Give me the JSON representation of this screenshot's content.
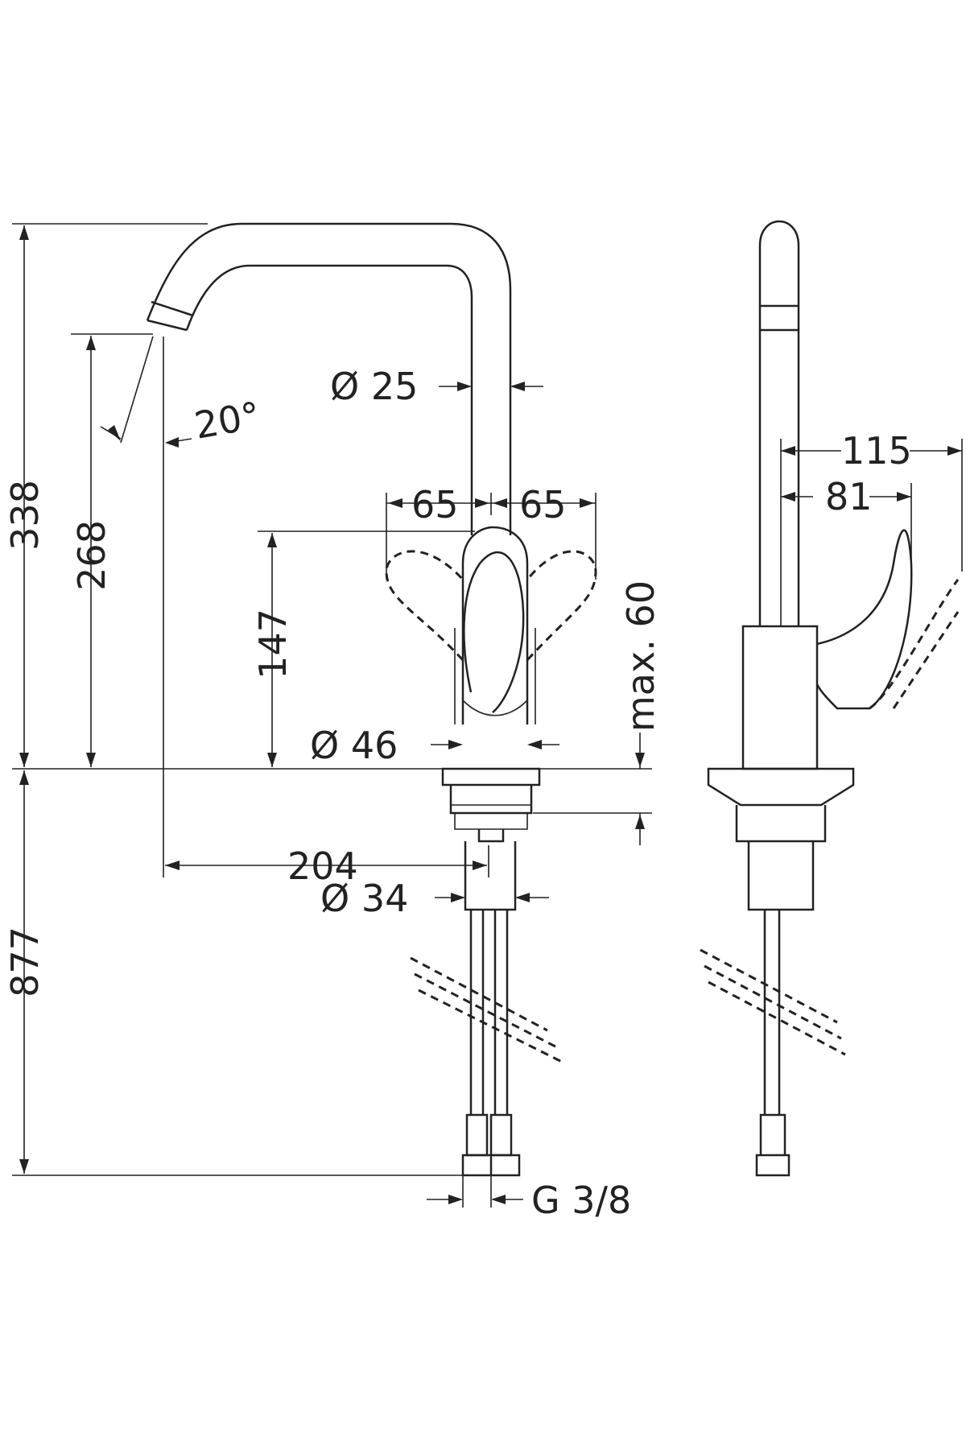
{
  "dimensions": {
    "total_height": "338",
    "spout_height": "268",
    "handle_height": "147",
    "spout_angle": "20°",
    "spout_diameter": "Ø 25",
    "handle_left": "65",
    "handle_right": "65",
    "body_diameter": "Ø 46",
    "max_thickness": "max. 60",
    "spout_reach": "204",
    "shank_diameter": "Ø 34",
    "hose_length": "877",
    "connection": "G 3/8",
    "side_depth": "115",
    "side_handle": "81"
  }
}
